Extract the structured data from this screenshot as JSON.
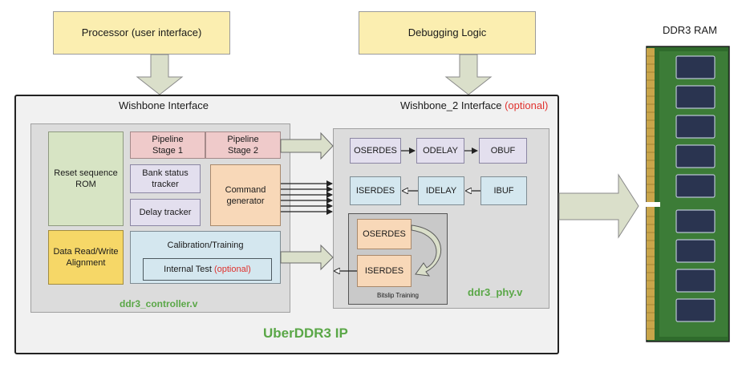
{
  "top": {
    "processor": "Processor (user interface)",
    "debugging": "Debugging Logic"
  },
  "ram": {
    "title": "DDR3 RAM"
  },
  "ip": {
    "title": "UberDDR3 IP",
    "wishbone": "Wishbone Interface",
    "wishbone2": "Wishbone_2 Interface",
    "wishbone2_opt": "(optional)"
  },
  "controller": {
    "file": "ddr3_controller.v",
    "reset_rom": "Reset sequence ROM",
    "data_rw": "Data Read/Write Alignment",
    "pipe1": "Pipeline Stage 1",
    "pipe2": "Pipeline Stage 2",
    "bank": "Bank status tracker",
    "delay": "Delay tracker",
    "cmd": "Command generator",
    "calib": "Calibration/Training",
    "internal_test": "Internal Test",
    "internal_test_opt": "(optional)"
  },
  "phy": {
    "file": "ddr3_phy.v",
    "row1": [
      "OSERDES",
      "ODELAY",
      "OBUF"
    ],
    "row2": [
      "ISERDES",
      "IDELAY",
      "IBUF"
    ],
    "bitslip_oserdes": "OSERDES",
    "bitslip_iserdes": "ISERDES",
    "bitslip_label": "Bitslip Training"
  },
  "colors": {
    "top_box": "#fbeeb0",
    "pcb_green": "#2f6b2c",
    "module_title": "#5aa747",
    "optional_red": "#e0312d"
  }
}
